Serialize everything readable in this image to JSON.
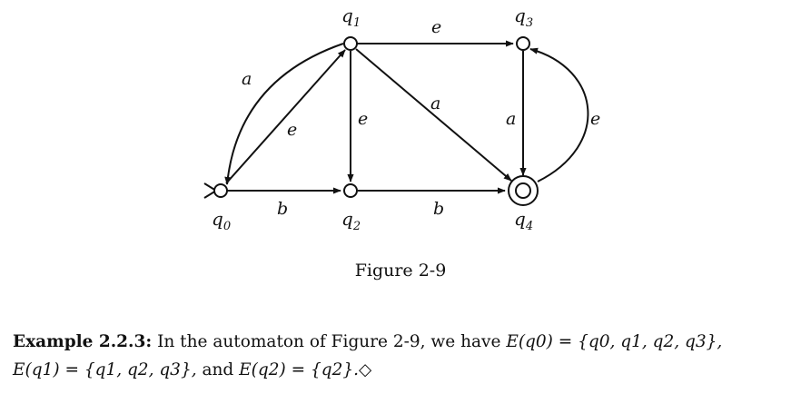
{
  "diagram": {
    "states": [
      {
        "id": "q0",
        "base": "q",
        "sub": "0",
        "initial": true,
        "final": false
      },
      {
        "id": "q1",
        "base": "q",
        "sub": "1",
        "initial": false,
        "final": false
      },
      {
        "id": "q2",
        "base": "q",
        "sub": "2",
        "initial": false,
        "final": false
      },
      {
        "id": "q3",
        "base": "q",
        "sub": "3",
        "initial": false,
        "final": false
      },
      {
        "id": "q4",
        "base": "q",
        "sub": "4",
        "initial": false,
        "final": true
      }
    ],
    "transitions": [
      {
        "from": "q1",
        "to": "q0",
        "label": "a"
      },
      {
        "from": "q0",
        "to": "q1",
        "label": "e"
      },
      {
        "from": "q0",
        "to": "q2",
        "label": "b"
      },
      {
        "from": "q1",
        "to": "q2",
        "label": "e"
      },
      {
        "from": "q1",
        "to": "q3",
        "label": "e"
      },
      {
        "from": "q1",
        "to": "q4",
        "label": "a"
      },
      {
        "from": "q2",
        "to": "q4",
        "label": "b"
      },
      {
        "from": "q3",
        "to": "q4",
        "label": "a"
      },
      {
        "from": "q4",
        "to": "q3",
        "label": "e"
      }
    ]
  },
  "caption": "Figure 2-9",
  "example": {
    "title": "Example 2.2.3:",
    "body_1": " In the automaton of Figure 2-9, we have ",
    "e_q0_lhs": "E(q0)",
    "e_q0_rhs": " = {q0, q1, q2, q3},",
    "e_q1_lhs": "E(q1)",
    "e_q1_rhs": " = {q1, q2, q3},",
    "and_text": " and ",
    "e_q2_lhs": "E(q2)",
    "e_q2_rhs": " = {q2}.",
    "end_mark": "◇"
  }
}
